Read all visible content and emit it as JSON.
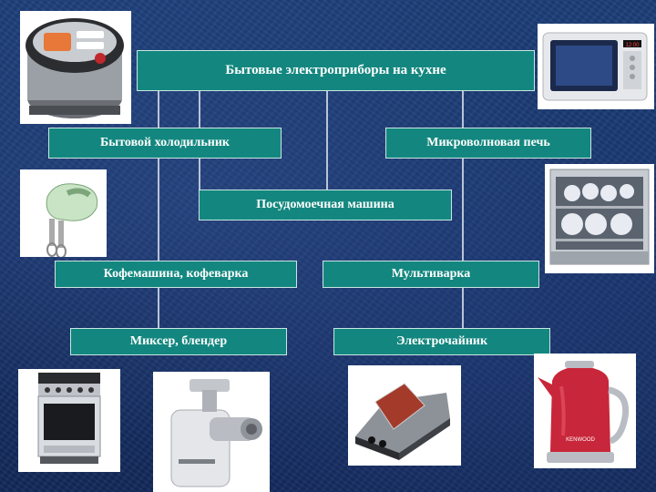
{
  "title": "Бытовые электроприборы на кухне",
  "items": [
    "Бытовой холодильник",
    "Микроволновая печь",
    "Посудомоечная машина",
    "Кофемашина, кофеварка",
    "Мультиварка",
    "Миксер, блендер",
    "Электрочайник"
  ],
  "microwave_display": "12:00",
  "kettle_brand": "KENWOOD",
  "colors": {
    "box_fill": "#13877f",
    "box_border": "#c9e6e3",
    "background": "#1a3a72",
    "lines": "#b9c4d6"
  },
  "images": [
    "multicooker-photo",
    "microwave-photo",
    "hand-mixer-photo",
    "dishwasher-photo",
    "stove-photo",
    "meat-grinder-photo",
    "toaster-photo",
    "kettle-photo"
  ]
}
